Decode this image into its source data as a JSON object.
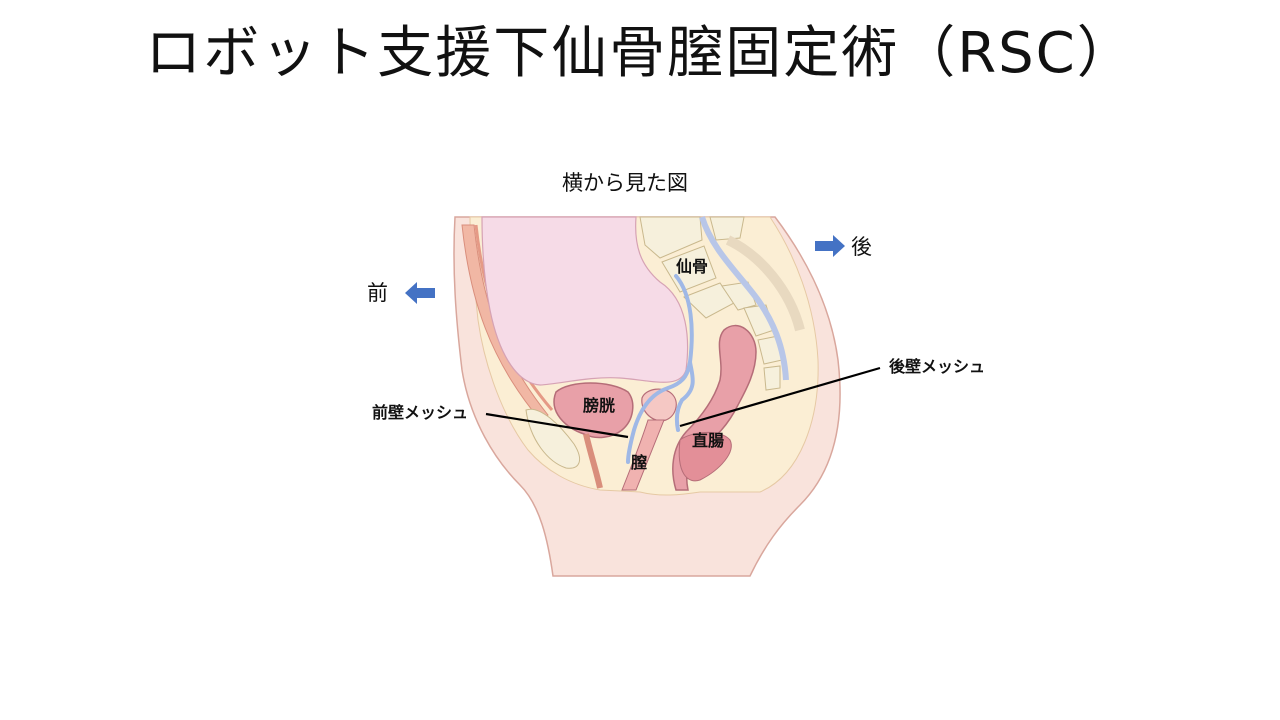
{
  "slide": {
    "title": "ロボット支援下仙骨膣固定術（RSC）",
    "subtitle": "横から見た図"
  },
  "directions": {
    "front": "前",
    "back": "後"
  },
  "labels": {
    "sacrum": "仙骨",
    "bladder": "膀胱",
    "vagina": "膣",
    "rectum": "直腸",
    "anterior_mesh": "前壁メッシュ",
    "posterior_mesh": "後壁メッシュ"
  },
  "colors": {
    "arrow": "#4472c4",
    "skin": "#f8e0d8",
    "fat": "#fbecd2",
    "organ": "#e8a0a8",
    "peritoneum": "#f7dbe6",
    "mesh": "#9fb8e6"
  },
  "icons": [
    "arrow-left-icon",
    "arrow-right-icon"
  ]
}
